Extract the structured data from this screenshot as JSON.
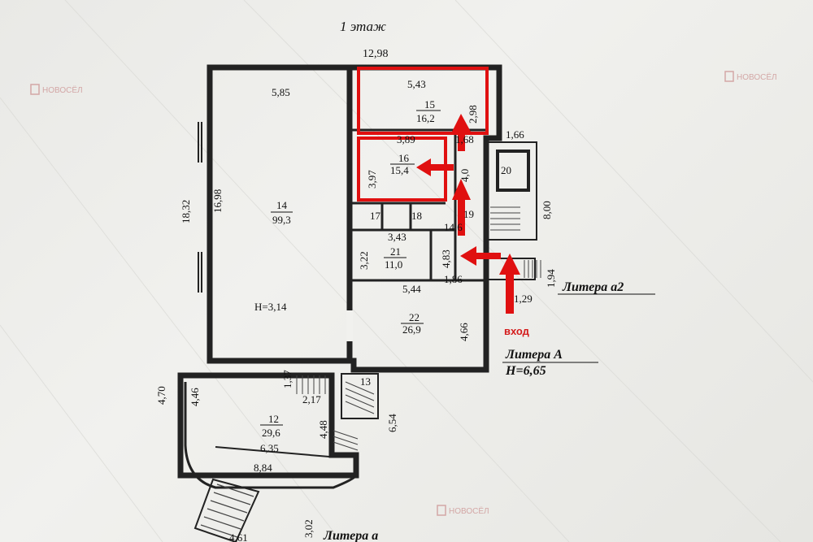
{
  "floor_title": "1 этаж",
  "rooms": [
    {
      "id": "room-14",
      "number": "14",
      "area": "99,3"
    },
    {
      "id": "room-15",
      "number": "15",
      "area": "16,2"
    },
    {
      "id": "room-16",
      "number": "16",
      "area": "15,4"
    },
    {
      "id": "room-17",
      "number": "17",
      "area": ""
    },
    {
      "id": "room-18",
      "number": "18",
      "area": ""
    },
    {
      "id": "room-19",
      "number": "19",
      "area": "14,6"
    },
    {
      "id": "room-20",
      "number": "20",
      "area": ""
    },
    {
      "id": "room-21",
      "number": "21",
      "area": "11,0"
    },
    {
      "id": "room-22",
      "number": "22",
      "area": "26,9"
    },
    {
      "id": "room-12",
      "number": "12",
      "area": "29,6"
    },
    {
      "id": "room-13",
      "number": "13",
      "area": ""
    }
  ],
  "dimensions": {
    "top_total": "12,98",
    "room14_width": "5,85",
    "room15_width": "5,43",
    "room15_height": "2,98",
    "room16_width": "3,89",
    "room16_height": "3,97",
    "corridor_width": "1,68",
    "room20_width": "1,66",
    "side_right": "8,00",
    "left_total": "18,32",
    "room14_height": "16,98",
    "ceiling_height_label": "H=3,14",
    "room21_width": "3,43",
    "room21_height": "3,22",
    "room19_height": "4,83",
    "room22_width": "5,44",
    "room22_side": "1,86",
    "room22_height": "4,66",
    "porch_a2_small": "1,94",
    "porch_a2_width": "1,29",
    "room12_top_small": "1,37",
    "room12_top": "2,17",
    "room12_left_outer": "4,70",
    "room12_left_inner": "4,46",
    "room12_right": "4,48",
    "room12_right_outer": "6,54",
    "room12_inner_bottom": "6,35",
    "room12_outer_bottom": "8,84",
    "stair_bottom": "3,02",
    "stair_bottom_width": "4,61",
    "room16_corridor_label": "4,0"
  },
  "labels": {
    "liter_a2": "Литера а2",
    "liter_a": "Литера А",
    "liter_a_height": "H=6,65",
    "liter_a_small": "Литера а",
    "entry": "вход"
  },
  "watermarks": [
    "НОВОСЁЛ",
    "НОВОСЁЛ",
    "НОВОСЁЛ"
  ],
  "colors": {
    "highlight": "#e01010",
    "arrow": "#e01010",
    "walls": "#222222"
  }
}
